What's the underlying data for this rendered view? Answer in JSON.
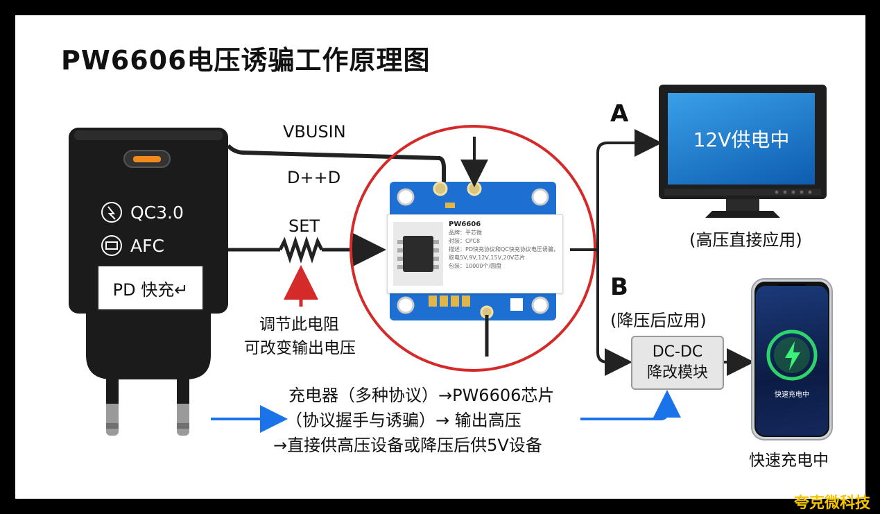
{
  "title": "PW6606电压诱骗工作原理图",
  "charger": {
    "qc_label": "QC3.0",
    "afc_label": "AFC",
    "pd_label": "PD 快充↵"
  },
  "wires": {
    "vbusin": "VBUSIN",
    "dd": "D++D",
    "set": "SET"
  },
  "resistor_note": [
    "调节此电阻",
    "可改变输出电压"
  ],
  "chip_card": {
    "name": "PW6606",
    "brand": "品牌：平芯微",
    "package": "封装：CPC8",
    "desc": "描述：PD快充协议和QC快充协议电压诱骗，取电5V,9V,12V,15V,20V芯片",
    "pack": "包装：10000个/圆盘"
  },
  "branch_a": {
    "letter": "A",
    "screen_text": "12V供电中",
    "caption": "(高压直接应用)"
  },
  "branch_b": {
    "letter": "B",
    "caption": "(降压后应用)",
    "module_line1": "DC-DC",
    "module_line2": "降改模块",
    "phone_screen_text": "快速充电中",
    "phone_caption": "快速充电中"
  },
  "flow_text": [
    "充电器（多种协议）→PW6606芯片",
    "（协议握手与诱骗）→  输出高压",
    "→直接供高压设备或降压后供5V设备"
  ],
  "watermark": "夸克微科技",
  "colors": {
    "circle": "#d42a2a",
    "blue_arrow": "#1a73e8",
    "pcb": "#1d6fd1",
    "charger_body": "#1b1b1b"
  }
}
